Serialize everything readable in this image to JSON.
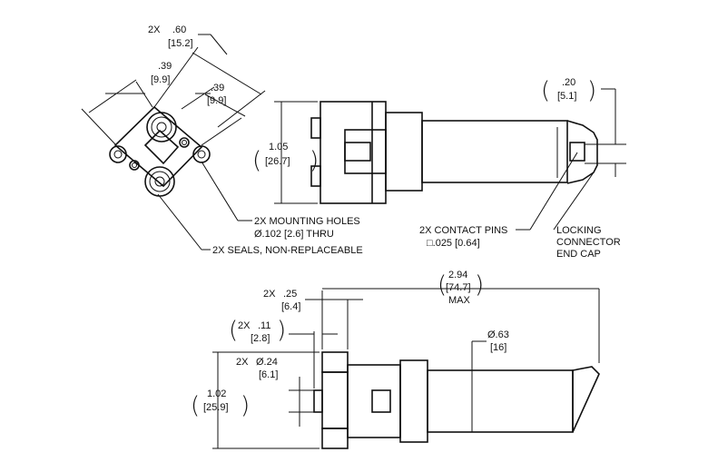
{
  "top_view": {
    "dim_width": {
      "qty": "2X",
      "inch": ".60",
      "mm": "[15.2]"
    },
    "dim_left": {
      "inch": ".39",
      "mm": "[9.9]"
    },
    "dim_right": {
      "inch": ".39",
      "mm": "[9.9]"
    },
    "notes": {
      "mounting_holes_line1": "2X MOUNTING HOLES",
      "mounting_holes_line2": "Ø.102 [2.6] THRU",
      "seals": "2X SEALS, NON-REPLACEABLE"
    }
  },
  "side_view": {
    "dim_height": {
      "inch": "1.05",
      "mm": "[26.7]"
    },
    "dim_pin_gap": {
      "inch": ".20",
      "mm": "[5.1]"
    },
    "contact_pins_line1": "2X CONTACT PINS",
    "contact_pins_line2": "□.025 [0.64]",
    "locking_cap_line1": "LOCKING",
    "locking_cap_line2": "CONNECTOR",
    "locking_cap_line3": "END CAP"
  },
  "bottom_view": {
    "dim_length": {
      "inch": "2.94",
      "mm": "[74.7]",
      "note": "MAX"
    },
    "dim_flange": {
      "qty": "2X",
      "inch": ".25",
      "mm": "[6.4]"
    },
    "dim_step": {
      "qty": "2X",
      "inch": ".11",
      "mm": "[2.8]"
    },
    "dim_pin_dia": {
      "qty": "2X",
      "inch": "Ø.24",
      "mm": "[6.1]"
    },
    "dim_height": {
      "inch": "1.02",
      "mm": "[25.9]"
    },
    "dim_body_dia": {
      "inch": "Ø.63",
      "mm": "[16]"
    }
  }
}
